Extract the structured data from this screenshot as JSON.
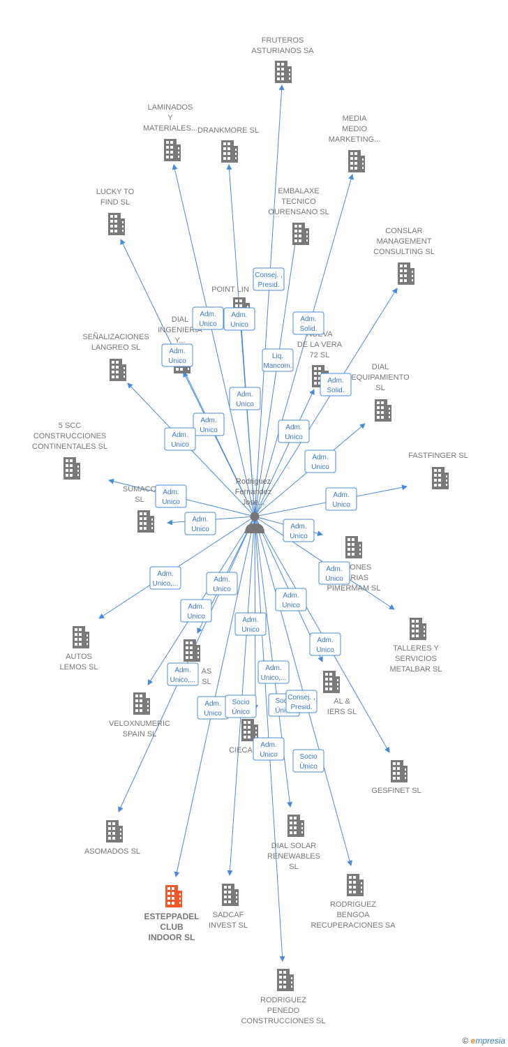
{
  "colors": {
    "edge": "#4a8ad8",
    "company": "#7a7a7a",
    "highlight": "#f05a28",
    "label": "#777777",
    "box_border": "#4a8ad8",
    "box_text": "#3b78c7"
  },
  "center": {
    "icon": "person-icon",
    "label": [
      "Rodriguez",
      "Fernandez",
      "Jose..."
    ]
  },
  "companies": [
    {
      "label": [
        "FRUTEROS",
        "ASTURIANOS SA"
      ]
    },
    {
      "label": [
        "LAMINADOS",
        "Y",
        "MATERIALES..."
      ]
    },
    {
      "label": [
        "DRANKMORE SL"
      ]
    },
    {
      "label": [
        "MEDIA",
        "MEDIO",
        "MARKETING..."
      ]
    },
    {
      "label": [
        "LUCKY TO",
        "FIND SL"
      ]
    },
    {
      "label": [
        "EMBALAXE",
        "TECNICO",
        "OURENSANO SL"
      ]
    },
    {
      "label": [
        "CONSLAR",
        "MANAGEMENT",
        "CONSULTING SL"
      ]
    },
    {
      "label": [
        "POINT LIN"
      ]
    },
    {
      "label": [
        "DIAL",
        "INGENIERIA",
        "Y..."
      ]
    },
    {
      "label": [
        "SEÑALIZACIONES",
        "LANGREO SL"
      ]
    },
    {
      "label": [
        "NUEVA",
        "DE LA VERA",
        "72 SL"
      ]
    },
    {
      "label": [
        "DIAL",
        "EQUIPAMIENTO",
        "SL"
      ]
    },
    {
      "label": [
        "5 SCC",
        "CONSTRUCCIONES",
        "CONTINENTALES SL"
      ]
    },
    {
      "label": [
        "FASTFINGER SL"
      ]
    },
    {
      "label": [
        "SUMACO",
        "SL"
      ]
    },
    {
      "label": [
        "OCIONES",
        "LIARIAS",
        "PIMERMAM SL"
      ]
    },
    {
      "label": [
        "AUTOS",
        "LEMOS SL"
      ]
    },
    {
      "label": [
        "TALLERES Y",
        "SERVICIOS",
        "METALBAR  SL"
      ]
    },
    {
      "label": [
        "AS",
        "SL"
      ]
    },
    {
      "label": [
        "VELOXNUMERIC",
        "SPAIN  SL"
      ]
    },
    {
      "label": [
        "AL &",
        "IERS  SL"
      ]
    },
    {
      "label": [
        "CIECA"
      ]
    },
    {
      "label": [
        "GESFINET SL"
      ]
    },
    {
      "label": [
        "ASOMADOS  SL"
      ]
    },
    {
      "label": [
        "DIAL SOLAR",
        "RENEWABLES",
        "SL"
      ]
    },
    {
      "label": [
        "ESTEPPADEL",
        "CLUB",
        "INDOOR  SL"
      ],
      "highlight": true
    },
    {
      "label": [
        "SADCAF",
        "INVEST  SL"
      ]
    },
    {
      "label": [
        "RODRIGUEZ",
        "BENGOA",
        "RECUPERACIONES SA"
      ]
    },
    {
      "label": [
        "RODRIGUEZ",
        "PENEDO",
        "CONSTRUCCIONES SL"
      ]
    }
  ],
  "relations": [
    {
      "text": [
        "Consej. ,",
        "Presid."
      ]
    },
    {
      "text": [
        "Adm.",
        "Unico"
      ]
    },
    {
      "text": [
        "Adm.",
        "Unico"
      ]
    },
    {
      "text": [
        "Adm.",
        "Solid."
      ]
    },
    {
      "text": [
        "Adm.",
        "Unico"
      ]
    },
    {
      "text": [
        "Liq.",
        "Mancom."
      ]
    },
    {
      "text": [
        "Adm.",
        "Solid."
      ]
    },
    {
      "text": [
        "Adm.",
        "Unico"
      ]
    },
    {
      "text": [
        "Adm.",
        "Unico"
      ]
    },
    {
      "text": [
        "Adm.",
        "Unico"
      ]
    },
    {
      "text": [
        "Adm.",
        "Unico"
      ]
    },
    {
      "text": [
        "Adm.",
        "Unico"
      ]
    },
    {
      "text": [
        "Adm.",
        "Unico"
      ]
    },
    {
      "text": [
        "Adm.",
        "Unico"
      ]
    },
    {
      "text": [
        "Adm.",
        "Unico"
      ]
    },
    {
      "text": [
        "Adm.",
        "Unico"
      ]
    },
    {
      "text": [
        "Adm.",
        "Unico"
      ]
    },
    {
      "text": [
        "Adm.",
        "Unico,..."
      ]
    },
    {
      "text": [
        "Adm.",
        "Unico"
      ]
    },
    {
      "text": [
        "Adm.",
        "Unico"
      ]
    },
    {
      "text": [
        "Adm.",
        "Unico"
      ]
    },
    {
      "text": [
        "Adm.",
        "Unico"
      ]
    },
    {
      "text": [
        "Adm.",
        "Unico"
      ]
    },
    {
      "text": [
        "Adm.",
        "Unico,..."
      ]
    },
    {
      "text": [
        "Adm.",
        "Unico,..."
      ]
    },
    {
      "text": [
        "Adm.",
        "Unico"
      ]
    },
    {
      "text": [
        "Socio",
        "Único"
      ]
    },
    {
      "text": [
        "Socio",
        "Único"
      ]
    },
    {
      "text": [
        "Consej. ,",
        "Presid."
      ]
    },
    {
      "text": [
        "Adm.",
        "Unico"
      ]
    },
    {
      "text": [
        "Socio",
        "Único"
      ]
    }
  ],
  "footer": {
    "copyright": "©",
    "brand_initial": "e",
    "brand_rest": "mpresia"
  }
}
